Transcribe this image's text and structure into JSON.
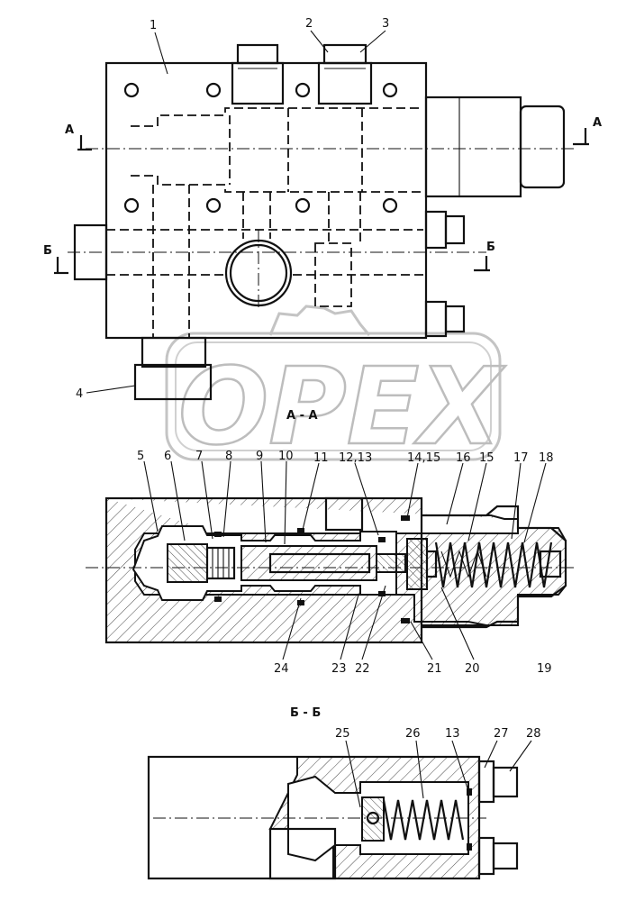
{
  "watermark": "OPEX",
  "sections": {
    "aa_title": "А - А",
    "bb_title": "Б - Б",
    "marker_a": "А",
    "marker_b": "Б"
  },
  "callouts": {
    "top_view": [
      "1",
      "2",
      "3",
      "4"
    ],
    "section_aa_top": [
      "5",
      "6",
      "7",
      "8",
      "9",
      "10",
      "11",
      "12,13",
      "14,15",
      "16",
      "15",
      "17",
      "18"
    ],
    "section_aa_bottom": [
      "24",
      "23",
      "22",
      "21",
      "20",
      "19"
    ],
    "section_bb": [
      "25",
      "26",
      "13",
      "27",
      "28"
    ]
  }
}
